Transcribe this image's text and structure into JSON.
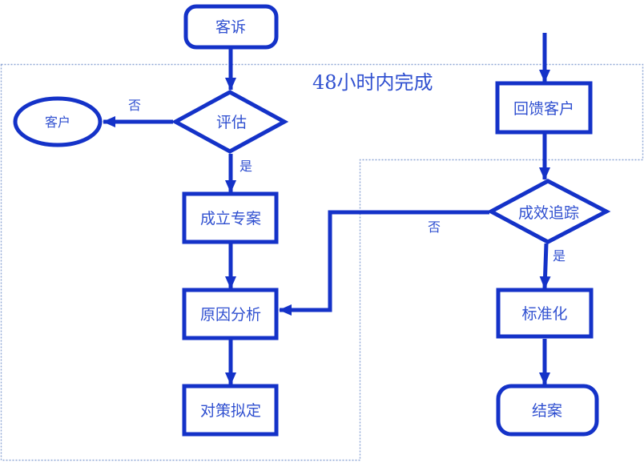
{
  "diagram": {
    "title": "customer-complaint-handling-flowchart",
    "region_label": "48小时内完成",
    "nodes": {
      "complaint": "客诉",
      "customer": "客户",
      "evaluate": "评估",
      "project": "成立专案",
      "cause_analysis": "原因分析",
      "countermeasure": "对策拟定",
      "feedback": "回馈客户",
      "tracking": "成效追踪",
      "standardize": "标准化",
      "close_case": "结案"
    },
    "edge_labels": {
      "evaluate_no": "否",
      "evaluate_yes": "是",
      "tracking_no": "否",
      "tracking_yes": "是"
    },
    "colors": {
      "line": "#1432c8",
      "text": "#3050d0",
      "dotted_border": "#8ea6d4",
      "background": "#ffffff"
    }
  }
}
